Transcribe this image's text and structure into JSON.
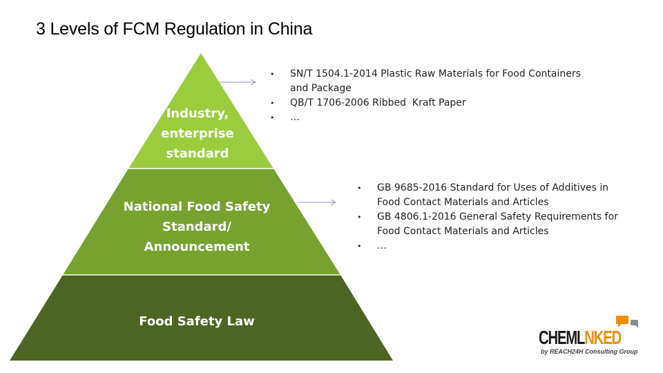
{
  "slide": {
    "title": "3 Levels of FCM Regulation in China"
  },
  "pyramid": {
    "tiers": [
      {
        "label_lines": [
          "Industry,",
          "enterprise",
          "standard"
        ],
        "color": "#9ACD3D"
      },
      {
        "label_lines": [
          "National Food Safety",
          "Standard/",
          "Announcement"
        ],
        "color": "#77A22F"
      },
      {
        "label_lines": [
          "Food Safety Law"
        ],
        "color": "#4C6522"
      }
    ],
    "arrow_color": "#8E8CC4"
  },
  "callouts": {
    "industry": [
      {
        "lines": [
          "SN/T 1504.1-2014 Plastic Raw Materials for Food Containers",
          "and Package"
        ]
      },
      {
        "lines": [
          "QB/T 1706-2006 Ribbed  Kraft Paper"
        ]
      },
      {
        "lines": [
          "…"
        ]
      }
    ],
    "national": [
      {
        "lines": [
          "GB 9685-2016 Standard for Uses of Additives in",
          "Food Contact Materials and Articles"
        ]
      },
      {
        "lines": [
          "GB 4806.1-2016 General Safety Requirements for",
          "Food Contact Materials and Articles"
        ]
      },
      {
        "lines": [
          "…"
        ]
      }
    ],
    "bullet_glyph": "•"
  },
  "logo": {
    "word_part1": "CHEML",
    "word_part2": "NKED",
    "subtitle": "by REACH24H Consulting Group",
    "accent_color": "#F08C00"
  }
}
